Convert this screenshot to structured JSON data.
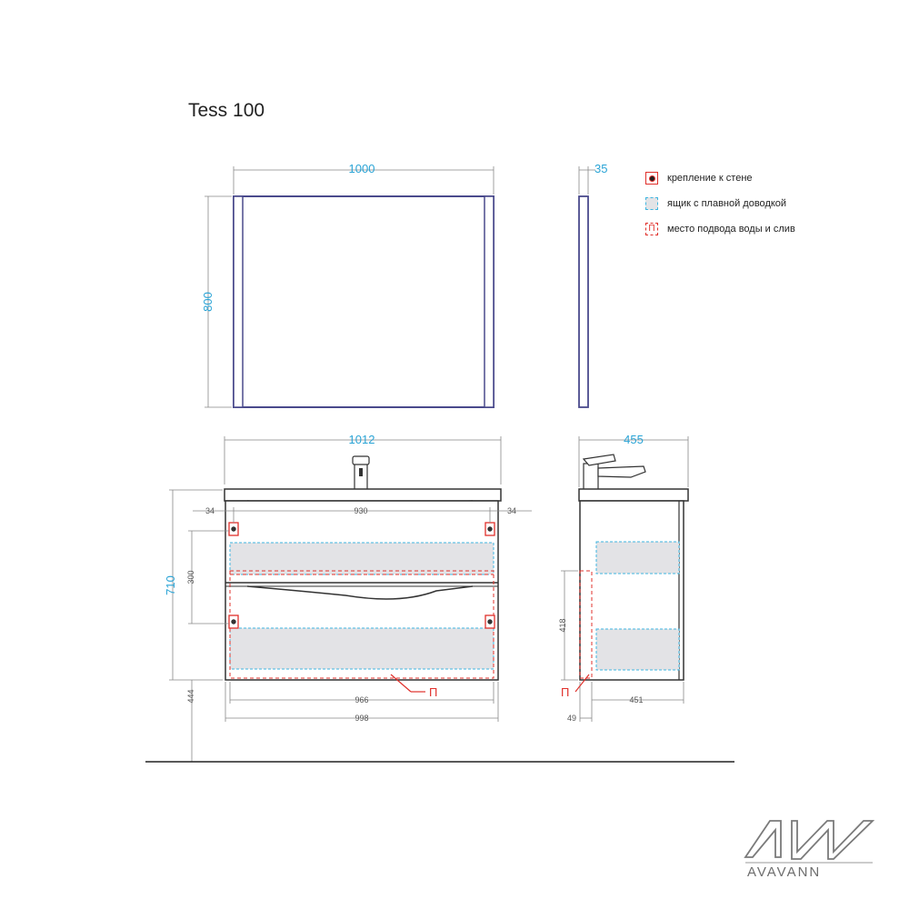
{
  "title": "Tess 100",
  "legend": [
    {
      "icon": "wall-mount-icon",
      "label": "крепление к стене"
    },
    {
      "icon": "soft-close-drawer-icon",
      "label": "ящик с плавной доводкой"
    },
    {
      "icon": "water-supply-icon",
      "label": "место подвода воды и слив",
      "symbol": "П"
    }
  ],
  "mirror": {
    "width": "1000",
    "height": "800",
    "depth": "35"
  },
  "cabinet_front": {
    "top_width": "1012",
    "height": "710",
    "side_offset_left": "34",
    "side_offset_right": "34",
    "mount_spacing": "930",
    "mount_vertical": "300",
    "floor_height": "444",
    "inner_width": "966",
    "body_width": "998",
    "water_symbol": "П"
  },
  "cabinet_side": {
    "depth": "455",
    "water_height": "418",
    "inner_depth": "451",
    "water_offset": "49",
    "water_symbol": "П"
  },
  "brand": {
    "logo": "AW",
    "name": "AVAVANN"
  },
  "colors": {
    "dimension": "#2aa4d6",
    "outline": "#4a4a8c",
    "mount": "#e0302b",
    "drawer_fill": "#e3e3e6",
    "drawer_border": "#3fb6e0",
    "water": "#e0302b"
  }
}
